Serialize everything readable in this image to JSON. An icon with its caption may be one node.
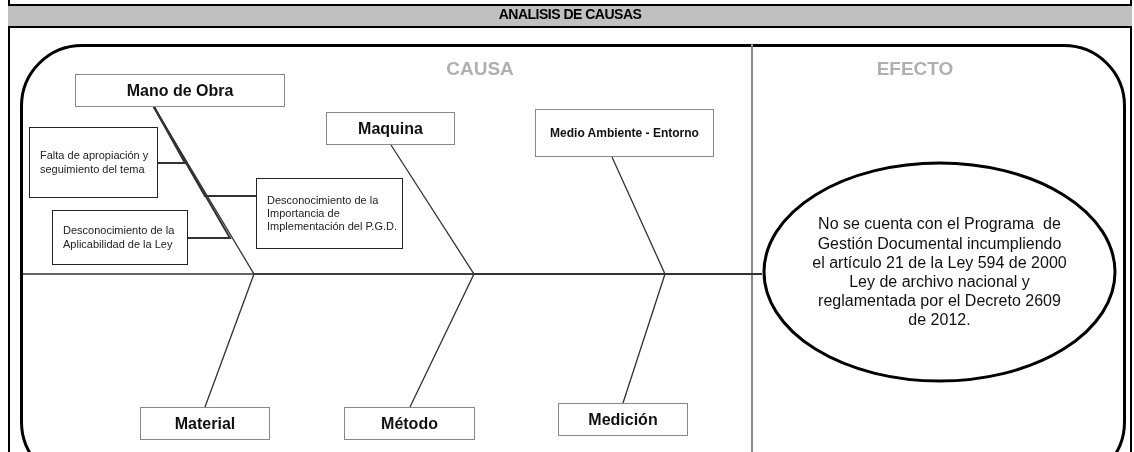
{
  "diagram": {
    "title": "ANALISIS DE CAUSAS",
    "nodes": [
      {
        "text": [
          "Mano de Obra"
        ]
      },
      {
        "text": [
          "Falta de apropiación y seguimiento del tema"
        ]
      },
      {
        "text": [
          "Desconocimiento de la Importancia de Implementación del P.G.D."
        ]
      },
      {
        "text": [
          "Desconocimiento de la Aplicabilidad de la Ley"
        ]
      },
      {
        "text": [
          "Maquina"
        ]
      },
      {
        "text": [
          "Medio Ambiente - Entorno"
        ]
      },
      {
        "text": [
          "No se cuenta con el Programa  de Gestión Documental incumpliendo el artículo 21 de la Ley 594 de 2000 Ley de archivo nacional y reglamentada por el Decreto 2609 de 2012."
        ]
      },
      {
        "text": [
          "Material"
        ]
      },
      {
        "text": [
          "Método"
        ]
      },
      {
        "text": [
          "Medición"
        ]
      }
    ],
    "edges": [
      {
        "from": 1,
        "to": 0,
        "arrow": "none"
      },
      {
        "from": 2,
        "to": 0,
        "arrow": "none"
      },
      {
        "from": 3,
        "to": 0,
        "arrow": "none"
      },
      {
        "from": 0,
        "to": 6,
        "arrow": "none"
      },
      {
        "from": 4,
        "to": 6,
        "arrow": "none"
      },
      {
        "from": 5,
        "to": 6,
        "arrow": "none"
      },
      {
        "from": 7,
        "to": 6,
        "arrow": "none"
      },
      {
        "from": 8,
        "to": 6,
        "arrow": "none"
      },
      {
        "from": 9,
        "to": 6,
        "arrow": "none"
      }
    ],
    "labels": [
      "CAUSA",
      "EFECTO"
    ]
  }
}
